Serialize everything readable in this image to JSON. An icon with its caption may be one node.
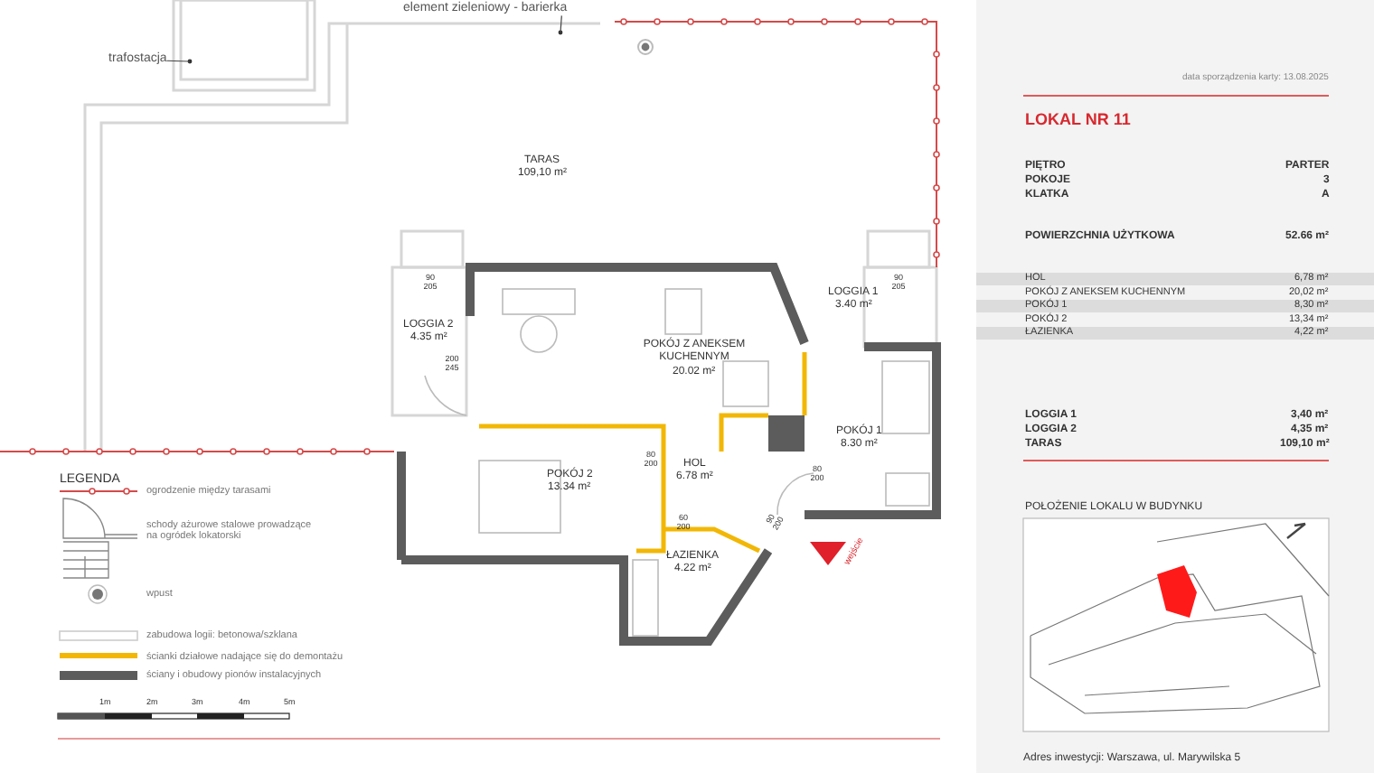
{
  "diagram": {
    "nodes": [
      {
        "text": [
          "trafostacja"
        ]
      },
      {
        "text": [
          "element zieleniowy - barierka"
        ]
      }
    ],
    "edges": [
      {
        "from": 0,
        "to": null,
        "arrow": "none"
      },
      {
        "from": 1,
        "to": null,
        "arrow": "none"
      }
    ],
    "labels": [
      "TARAS",
      "109,10 m²",
      "LOGGIA 2",
      "4.35 m²",
      "90 205",
      "90 205",
      "200 245",
      "POKÓJ Z ANEKSEM KUCHENNYM",
      "20.02 m²",
      "LOGGIA 1",
      "3.40 m²",
      "POKÓJ 1",
      "8.30 m²",
      "POKÓJ 2",
      "13.34 m²",
      "80 200",
      "HOL",
      "6.78 m²",
      "80 200",
      "60 200",
      "90 200",
      "wejście",
      "ŁAZIENKA",
      "4.22 m²",
      "LEGENDA",
      "1m",
      "2m",
      "3m",
      "4m",
      "5m",
      "data sporządzenia karty: 13.08.2025",
      "LOKAL NR 11",
      "PIĘTRO",
      "PARTER",
      "POKOJE",
      "3",
      "KLATKA",
      "A",
      "POWIERZCHNIA UŻYTKOWA",
      "52.66 m²",
      "HOL",
      "6,78 m²",
      "POKÓJ Z ANEKSEM KUCHENNYM",
      "20,02 m²",
      "POKÓJ 1",
      "8,30 m²",
      "POKÓJ 2",
      "13,34 m²",
      "ŁAZIENKA",
      "4,22 m²",
      "LOGGIA 1",
      "3,40 m²",
      "LOGGIA 2",
      "4,35 m²",
      "TARAS",
      "109,10 m²",
      "POŁOŻENIE LOKALU W BUDYNKU",
      "Adres inwestycji: Warszawa, ul. Marywilska 5"
    ],
    "legend": [
      {
        "text": "ogrodzenie między tarasami"
      },
      {
        "text": "schody ażurowe stalowe prowadzące na ogródek lokatorski"
      },
      {
        "text": "wpust"
      },
      {
        "text": "zabudowa logii: betonowa/szklana"
      },
      {
        "text": "ścianki działowe nadające się do demontażu",
        "color": "#f2b705"
      },
      {
        "text": "ściany i obudowy pionów instalacyjnych",
        "color": "#5c5c5c"
      }
    ]
  }
}
